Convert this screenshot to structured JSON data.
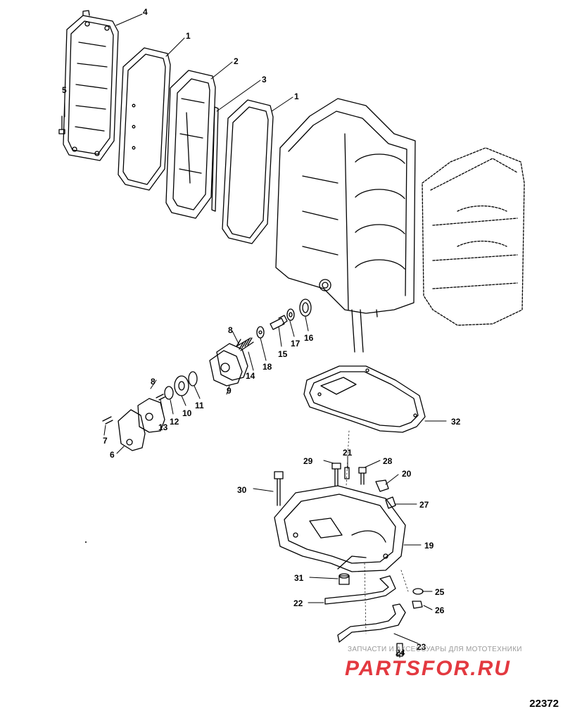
{
  "diagram": {
    "callouts": [
      {
        "id": "c4a",
        "label": "4"
      },
      {
        "id": "c1a",
        "label": "1"
      },
      {
        "id": "c2",
        "label": "2"
      },
      {
        "id": "c3",
        "label": "3"
      },
      {
        "id": "c1b",
        "label": "1"
      },
      {
        "id": "c5",
        "label": "5"
      },
      {
        "id": "c8a",
        "label": "8"
      },
      {
        "id": "c14",
        "label": "14"
      },
      {
        "id": "c18",
        "label": "18"
      },
      {
        "id": "c15",
        "label": "15"
      },
      {
        "id": "c17",
        "label": "17"
      },
      {
        "id": "c16",
        "label": "16"
      },
      {
        "id": "c9",
        "label": "9"
      },
      {
        "id": "c8b",
        "label": "8"
      },
      {
        "id": "c13",
        "label": "13"
      },
      {
        "id": "c12",
        "label": "12"
      },
      {
        "id": "c10",
        "label": "10"
      },
      {
        "id": "c11",
        "label": "11"
      },
      {
        "id": "c7",
        "label": "7"
      },
      {
        "id": "c6",
        "label": "6"
      },
      {
        "id": "c32",
        "label": "32"
      },
      {
        "id": "c29",
        "label": "29"
      },
      {
        "id": "c21",
        "label": "21"
      },
      {
        "id": "c28",
        "label": "28"
      },
      {
        "id": "c20",
        "label": "20"
      },
      {
        "id": "c30",
        "label": "30"
      },
      {
        "id": "c27",
        "label": "27"
      },
      {
        "id": "c19",
        "label": "19"
      },
      {
        "id": "c31",
        "label": "31"
      },
      {
        "id": "c25",
        "label": "25"
      },
      {
        "id": "c22",
        "label": "22"
      },
      {
        "id": "c26",
        "label": "26"
      },
      {
        "id": "c23",
        "label": "23"
      },
      {
        "id": "c24",
        "label": "24"
      }
    ],
    "diagram_number": "22372"
  },
  "watermark": {
    "caption": "ЗАПЧАСТИ И АКСЕССУАРЫ ДЛЯ МОТОТЕХНИКИ",
    "logo": "PARTSFOR.RU",
    "logo_color": "#e0242b"
  }
}
